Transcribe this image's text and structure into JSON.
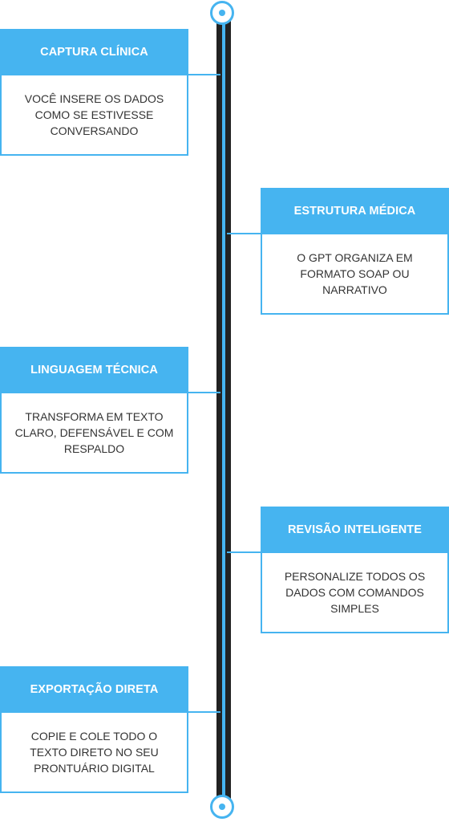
{
  "accent_color": "#46b4f0",
  "spine_color": "#222222",
  "steps": [
    {
      "title": "CAPTURA CLÍNICA",
      "text": "VOCÊ INSERE OS DADOS COMO SE ESTIVESSE CONVERSANDO"
    },
    {
      "title": "ESTRUTURA MÉDICA",
      "text": "O GPT ORGANIZA EM FORMATO SOAP OU NARRATIVO"
    },
    {
      "title": "LINGUAGEM TÉCNICA",
      "text": "TRANSFORMA EM TEXTO CLARO, DEFENSÁVEL E COM RESPALDO"
    },
    {
      "title": "REVISÃO INTELIGENTE",
      "text": "PERSONALIZE TODOS OS DADOS COM COMANDOS SIMPLES"
    },
    {
      "title": "EXPORTAÇÃO DIRETA",
      "text": "COPIE E COLE TODO O TEXTO DIRETO NO SEU PRONTUÁRIO DIGITAL"
    }
  ]
}
